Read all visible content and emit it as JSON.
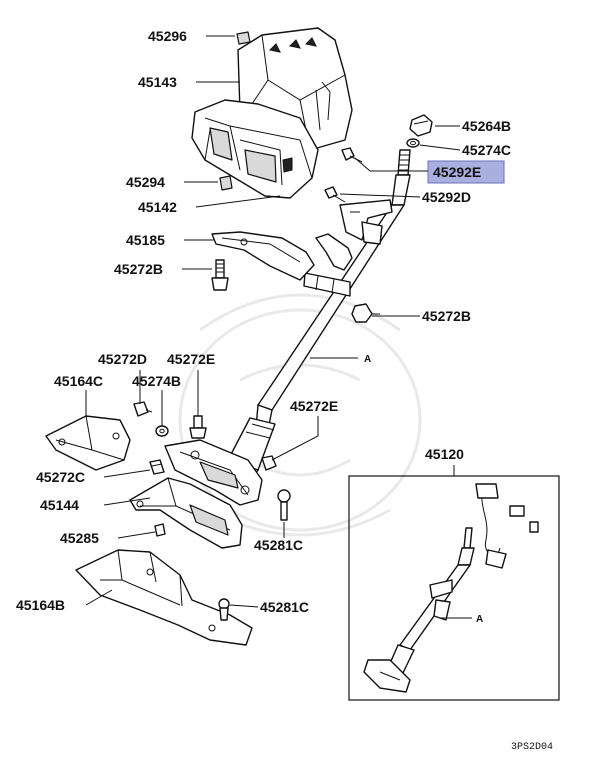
{
  "diagram": {
    "highlight_color": "#a9b0e0",
    "part_labels": {
      "p45296": "45296",
      "p45143": "45143",
      "p45264B": "45264B",
      "p45274C": "45274C",
      "p45292E": "45292E",
      "p45294": "45294",
      "p45292D": "45292D",
      "p45142": "45142",
      "p45185": "45185",
      "p45272B_left": "45272B",
      "p45272B_right": "45272B",
      "pA_main": "A",
      "p45272D": "45272D",
      "p45272E_top": "45272E",
      "p45164C": "45164C",
      "p45274B": "45274B",
      "p45272E_mid": "45272E",
      "p45120": "45120",
      "p45272C": "45272C",
      "p45144": "45144",
      "p45281C_mid": "45281C",
      "p45285": "45285",
      "pA_inset": "A",
      "p45164B": "45164B",
      "p45281C_low": "45281C"
    },
    "code": "3PS2D04"
  }
}
